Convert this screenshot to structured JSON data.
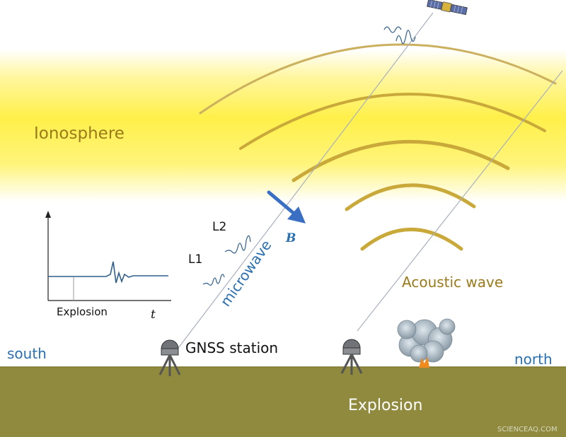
{
  "labels": {
    "ionosphere": "Ionosphere",
    "acoustic_wave": "Acoustic wave",
    "microwave": "microwave",
    "b_field": "B",
    "l1": "L1",
    "l2": "L2",
    "gnss_station": "GNSS station",
    "south": "south",
    "north": "north",
    "explosion_ground": "Explosion",
    "inset_explosion": "Explosion",
    "inset_time": "t",
    "watermark": "SCIENCEAQ.COM"
  },
  "colors": {
    "ionosphere_yellow": "#fff04a",
    "ground": "#8f8a3e",
    "wave_arc": "#c9a93a",
    "ionosphere_text": "#9a7a1a",
    "direction_text": "#2a6fb0",
    "b_arrow": "#3b6fc4",
    "signal_line": "#2f5f8a"
  }
}
